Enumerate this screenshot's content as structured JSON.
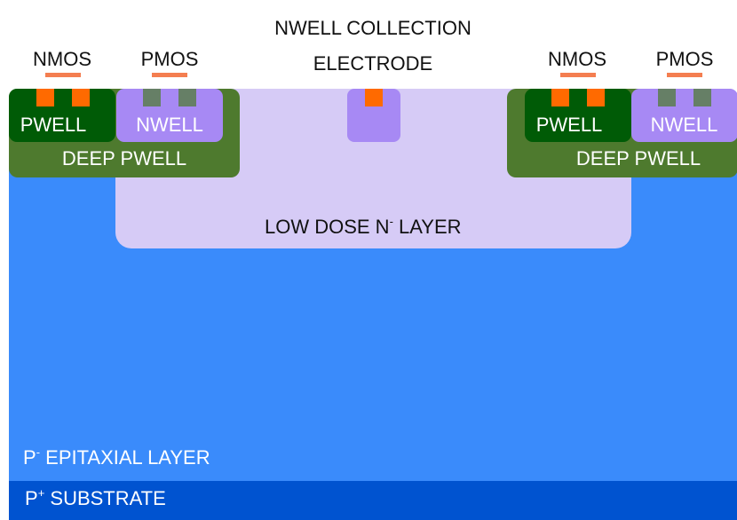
{
  "diagram": {
    "top_labels": {
      "nmos_left": "NMOS",
      "pmos_left": "PMOS",
      "collection_line1": "NWELL COLLECTION",
      "collection_line2": "ELECTRODE",
      "nmos_right": "NMOS",
      "pmos_right": "PMOS"
    },
    "regions": {
      "pwell_left": "PWELL",
      "nwell_left": "NWELL",
      "deep_pwell_left": "DEEP PWELL",
      "pwell_right": "PWELL",
      "nwell_right": "NWELL",
      "deep_pwell_right": "DEEP PWELL",
      "low_dose_prefix": "LOW DOSE N",
      "low_dose_sup": "-",
      "low_dose_suffix": " LAYER",
      "epitaxial_prefix": "P",
      "epitaxial_sup": "-",
      "epitaxial_suffix": " EPITAXIAL LAYER",
      "substrate_prefix": "P",
      "substrate_sup": "+",
      "substrate_suffix": " SUBSTRATE"
    },
    "colors": {
      "epitaxial": "#3a8bfb",
      "substrate": "#0053d0",
      "low_dose": "#d6cbf6",
      "deep_pwell": "#4e7a2e",
      "pwell": "#005b06",
      "nwell": "#a789f4",
      "nmos_contact": "#ff6a00",
      "pmos_contact": "#667f66",
      "label_bar": "#f47e50"
    }
  }
}
